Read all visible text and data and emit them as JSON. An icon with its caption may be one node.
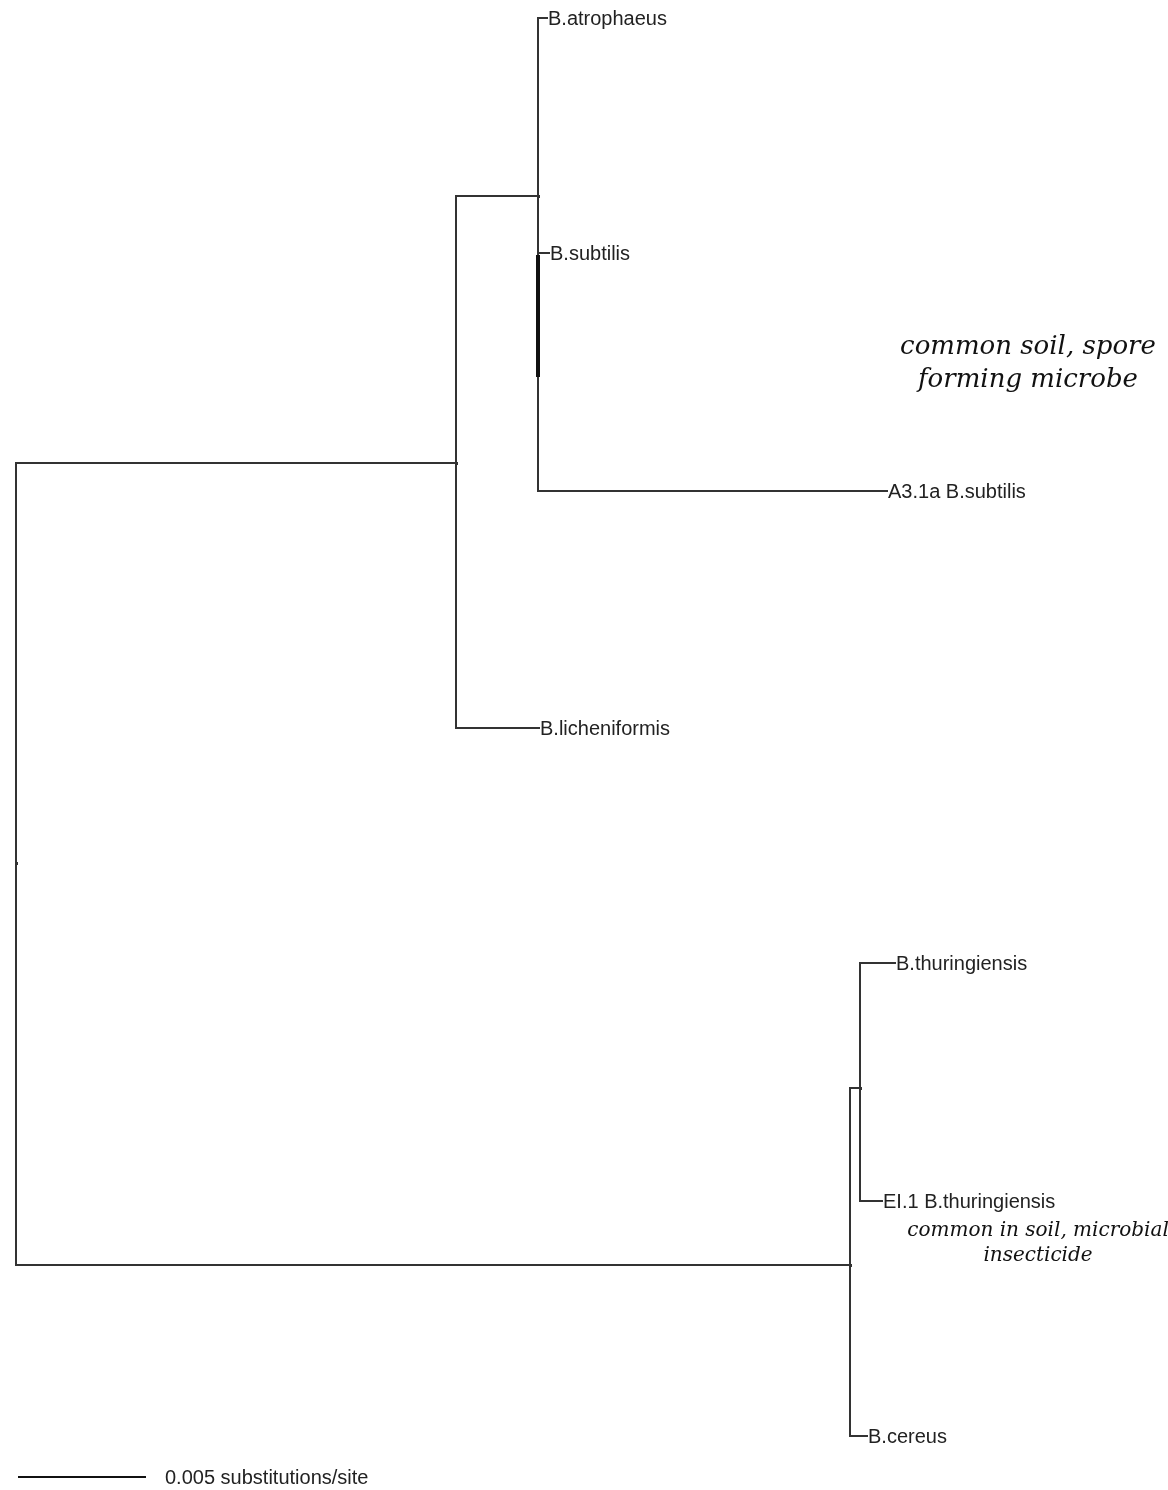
{
  "diagram": {
    "nodes": [
      {
        "text": [],
        "shape": "point"
      },
      {
        "text": [],
        "shape": "point"
      },
      {
        "text": [],
        "shape": "point"
      },
      {
        "text": [
          "B.atrophaeus"
        ]
      },
      {
        "text": [
          "B.subtilis"
        ]
      },
      {
        "text": [
          "A3.1a B.subtilis"
        ],
        "beside": [
          "common soil, spore forming microbe"
        ]
      },
      {
        "text": [
          "B.licheniformis"
        ]
      },
      {
        "text": [],
        "shape": "point"
      },
      {
        "text": [],
        "shape": "point"
      },
      {
        "text": [
          "B.thuringiensis"
        ]
      },
      {
        "text": [
          "EI.1 B.thuringiensis"
        ],
        "beside": [
          "common in soil, microbial insecticide"
        ]
      },
      {
        "text": [
          "B.cereus"
        ]
      }
    ],
    "edges": [
      {
        "from": 0,
        "to": 1,
        "arrow": "none"
      },
      {
        "from": 1,
        "to": 2,
        "arrow": "none"
      },
      {
        "from": 2,
        "to": 3,
        "arrow": "none"
      },
      {
        "from": 2,
        "to": 4,
        "arrow": "none"
      },
      {
        "from": 2,
        "to": 5,
        "arrow": "none"
      },
      {
        "from": 1,
        "to": 6,
        "arrow": "none"
      },
      {
        "from": 0,
        "to": 7,
        "arrow": "none"
      },
      {
        "from": 7,
        "to": 8,
        "arrow": "none"
      },
      {
        "from": 8,
        "to": 9,
        "arrow": "none"
      },
      {
        "from": 8,
        "to": 10,
        "arrow": "none"
      },
      {
        "from": 7,
        "to": 11,
        "arrow": "none"
      }
    ],
    "labels": [
      "0.005 substitutions/site"
    ]
  }
}
